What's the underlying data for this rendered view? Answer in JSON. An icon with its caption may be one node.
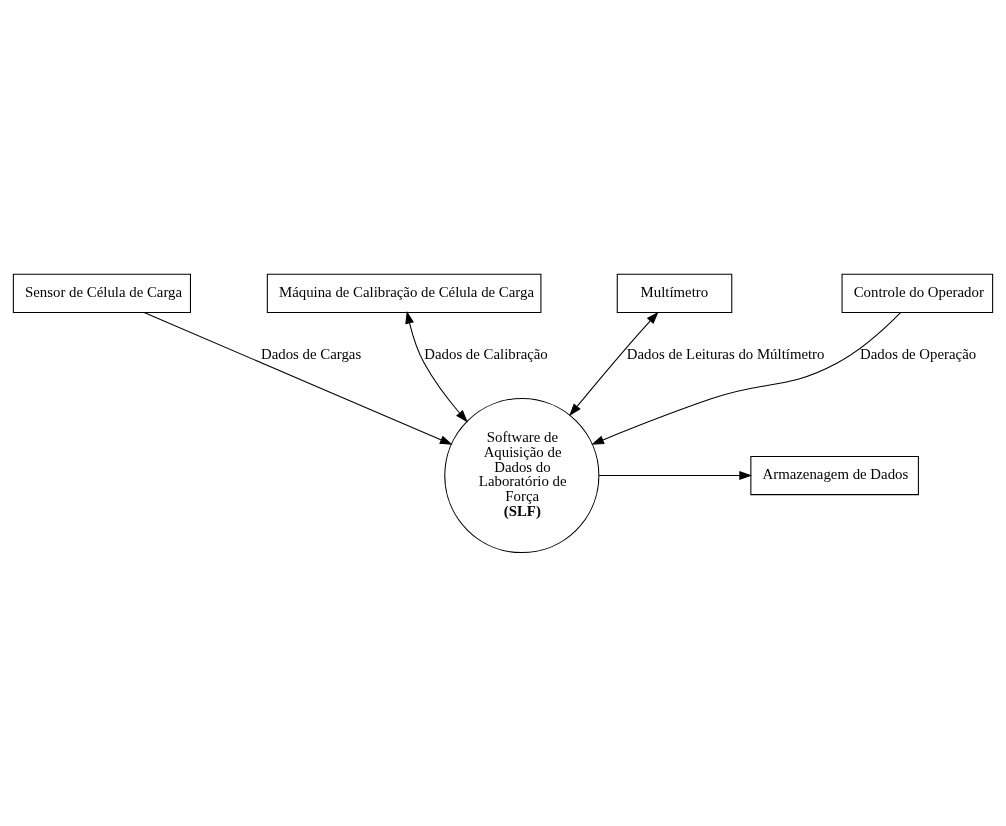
{
  "diagram": {
    "nodes": [
      {
        "text": [
          "Sensor de Célula de Carga"
        ]
      },
      {
        "text": [
          "Máquina de Calibração de Célula de Carga"
        ]
      },
      {
        "text": [
          "Software de Aquisição de Dados do Laboratório de Força",
          "(SLF)"
        ]
      },
      {
        "text": [
          "Armazenagem de Dados"
        ]
      },
      {
        "text": [
          "Multímetro"
        ]
      },
      {
        "text": [
          "Controle do Operador"
        ]
      }
    ],
    "edges": [
      {
        "from": 0,
        "to": 2,
        "arrow": "to",
        "label": "Dados de Cargas"
      },
      {
        "from": 1,
        "to": 2,
        "arrow": "both",
        "label": "Dados de Calibração"
      },
      {
        "from": 2,
        "to": 3,
        "arrow": "to"
      },
      {
        "from": 4,
        "to": 2,
        "arrow": "both",
        "label": "Dados de Leituras do Múltímetro"
      },
      {
        "from": 5,
        "to": 2,
        "arrow": "to",
        "label": "Dados de Operação"
      }
    ]
  }
}
